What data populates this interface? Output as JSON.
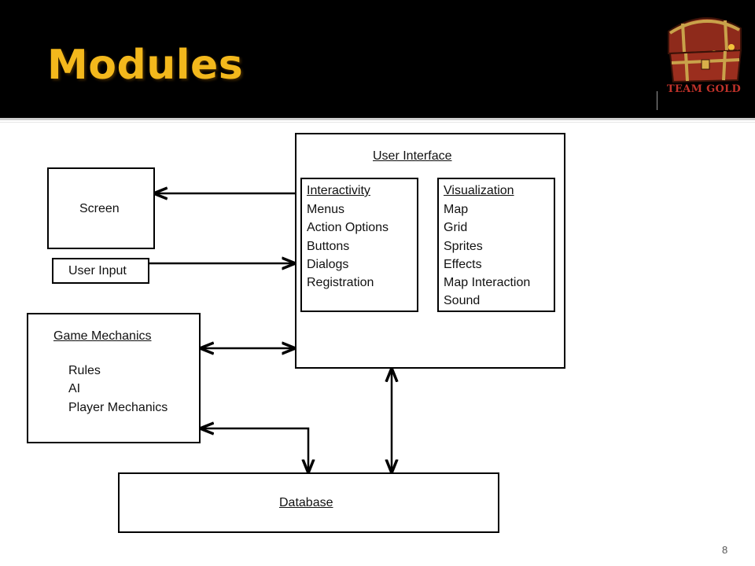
{
  "slide": {
    "title": "Modules",
    "page_number": "8"
  },
  "logo": {
    "label": "TEAM GOLD",
    "icon": "treasure-chest-icon"
  },
  "diagram": {
    "screen": "Screen",
    "user_input": "User Input",
    "user_interface": {
      "title": "User Interface",
      "interactivity": {
        "heading": "Interactivity",
        "items": [
          "Menus",
          "Action Options",
          "Buttons",
          "Dialogs",
          "Registration"
        ]
      },
      "visualization": {
        "heading": "Visualization",
        "items": [
          "Map",
          "Grid",
          "Sprites",
          "Effects",
          "Map Interaction",
          "Sound"
        ]
      }
    },
    "game_mechanics": {
      "title": "Game Mechanics",
      "items": [
        "Rules",
        "AI",
        "Player Mechanics"
      ]
    },
    "database": "Database"
  },
  "colors": {
    "header_bg": "#000000",
    "title": "#f3b81c",
    "logo_text": "#c0322a"
  }
}
